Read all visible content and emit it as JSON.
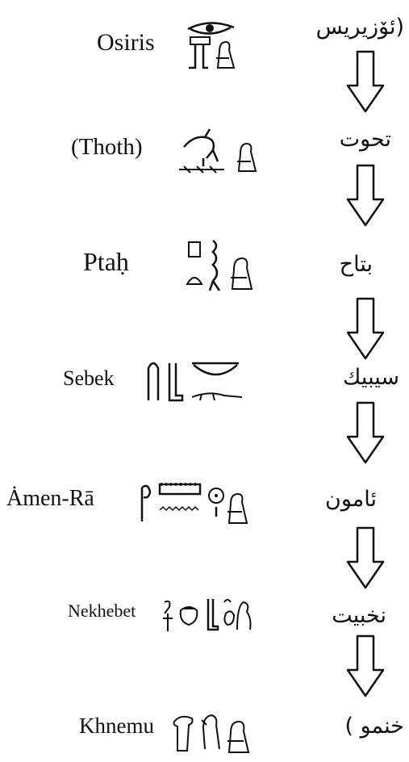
{
  "deities": [
    {
      "id": "osiris",
      "name": "Osiris",
      "arabic": "(ئۆزیریس"
    },
    {
      "id": "thoth",
      "name": "(Thoth)",
      "arabic": "تحوت"
    },
    {
      "id": "ptah",
      "name": "Ptaḥ",
      "arabic": "بتاح"
    },
    {
      "id": "sebek",
      "name": "Sebek",
      "arabic": "سيبيك"
    },
    {
      "id": "amen-ra",
      "name": "Ȧmen-Rā",
      "arabic": "ئامون"
    },
    {
      "id": "nekhebet",
      "name": "Nekhebet",
      "arabic": "نخبيت"
    },
    {
      "id": "khnemu",
      "name": "Khnemu",
      "arabic": "خنمو )"
    }
  ],
  "colors": {
    "ink": "#111111",
    "background": "#ffffff"
  }
}
